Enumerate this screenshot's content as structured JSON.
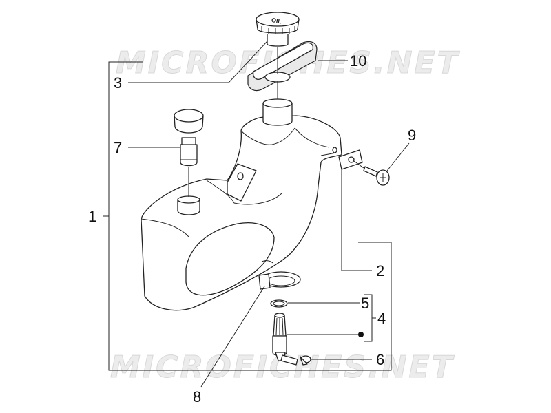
{
  "watermark": {
    "top": "MICROFICHES.NET",
    "bottom": "MICROFICHES.NET"
  },
  "cap_text": "OIL",
  "callouts": {
    "c1": "1",
    "c2": "2",
    "c3": "3",
    "c4": "4",
    "c5": "5",
    "c6": "6",
    "c7": "7",
    "c8": "8",
    "c9": "9",
    "c10": "10"
  }
}
